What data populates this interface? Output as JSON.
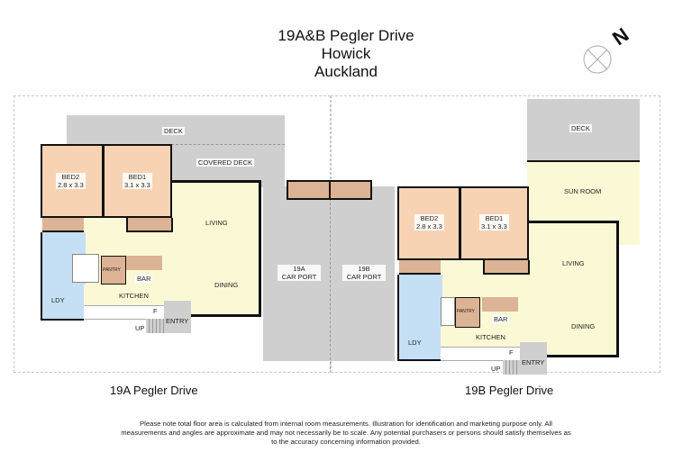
{
  "header": {
    "line1": "19A&B Pegler Drive",
    "line2": "Howick",
    "line3": "Auckland"
  },
  "compass": {
    "icon": "north-arrow-compass-icon",
    "label": "N"
  },
  "unit_a": {
    "caption": "19A Pegler Drive",
    "rooms": {
      "deck": "DECK",
      "covered_deck": "COVERED DECK",
      "bed2_name": "BED2",
      "bed2_size": "2.8 x 3.3",
      "bed1_name": "BED1",
      "bed1_size": "3.1 x 3.3",
      "living": "LIVING",
      "dining": "DINING",
      "pantry": "PANTRY",
      "bar": "BAR",
      "kitchen": "KITCHEN",
      "laundry": "LDY",
      "entry": "ENTRY",
      "up": "UP",
      "fridge": "F",
      "carport_line1": "19A",
      "carport_line2": "CAR PORT"
    }
  },
  "unit_b": {
    "caption": "19B Pegler Drive",
    "rooms": {
      "deck": "DECK",
      "sun_room": "SUN ROOM",
      "bed2_name": "BED2",
      "bed2_size": "2.8 x 3.3",
      "bed1_name": "BED1",
      "bed1_size": "3.1 x 3.3",
      "living": "LIVING",
      "dining": "DINING",
      "pantry": "PANTRY",
      "bar": "BAR",
      "kitchen": "KITCHEN",
      "laundry": "LDY",
      "entry": "ENTRY",
      "up": "UP",
      "fridge": "F",
      "carport_line1": "19B",
      "carport_line2": "CAR PORT"
    }
  },
  "disclaimer": {
    "line1": "Please note total floor area is calculated from internal room measurements.  Illustration for identification and marketing purpose only.  All",
    "line2": "measurements and angles are approximate and may not necessarily be to scale.  Any potential purchasers or persons should satisfy themselves as",
    "line3": "to the accuracy concerning information provided."
  },
  "colors": {
    "bedroom": "#f7d3b3",
    "wardrobe": "#dcb394",
    "living": "#fbf9d5",
    "wet_area": "#c5e0f5",
    "deck": "#cfcfcf",
    "walls": "#111111"
  }
}
